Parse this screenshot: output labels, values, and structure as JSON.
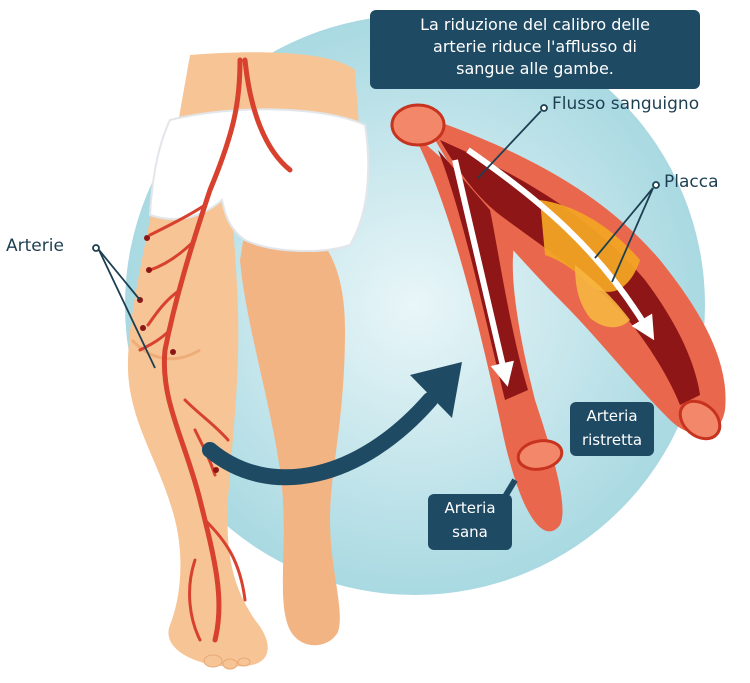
{
  "title_box": {
    "lines": [
      "La riduzione del calibro delle",
      "arterie riduce l'afflusso di",
      "sangue alle gambe."
    ]
  },
  "labels": {
    "flusso": "Flusso sanguigno",
    "placca": "Placca",
    "arterie": "Arterie",
    "arteria_ristretta": [
      "Arteria",
      "ristretta"
    ],
    "arteria_sana": [
      "Arteria",
      "sana"
    ]
  },
  "colors": {
    "circle": "#bfe4ea",
    "skin": "#f5c08e",
    "skin_shadow": "#e79f66",
    "shorts": "#ffffff",
    "artery": "#d8412e",
    "artery_dark": "#8f1616",
    "plaque": "#f2a324",
    "arrow": "#1e4a63",
    "label_bg": "#1e4a63"
  }
}
